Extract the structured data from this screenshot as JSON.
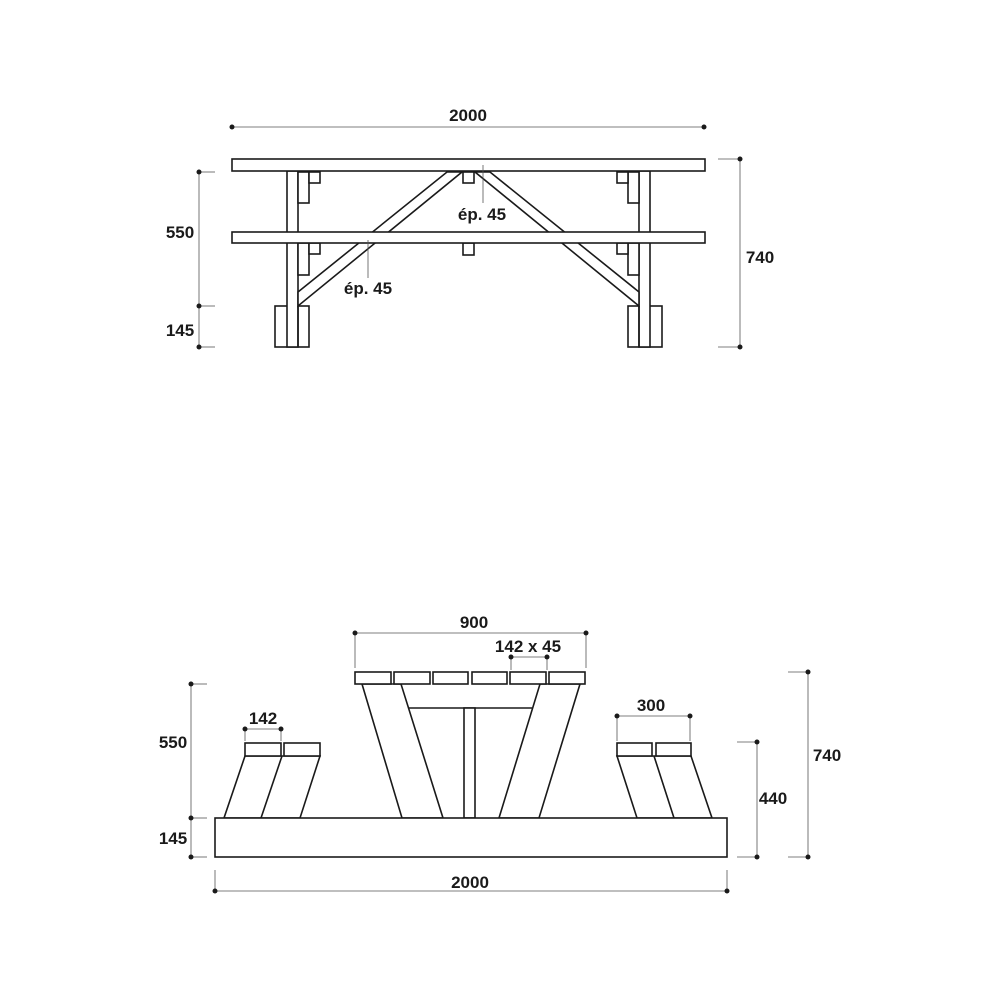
{
  "side_view": {
    "length_label": "2000",
    "seat_height_label": "550",
    "foot_height_label": "145",
    "total_height_label": "740",
    "brace_top_label": "ép. 45",
    "brace_bottom_label": "ép. 45"
  },
  "end_view": {
    "top_width_label": "900",
    "plank_size_label": "142 x 45",
    "bench_plank_label": "142",
    "bench_width_label": "300",
    "seat_height_label": "550",
    "foot_height_label": "145",
    "bench_height_label": "440",
    "total_height_label": "740",
    "length_label": "2000"
  }
}
